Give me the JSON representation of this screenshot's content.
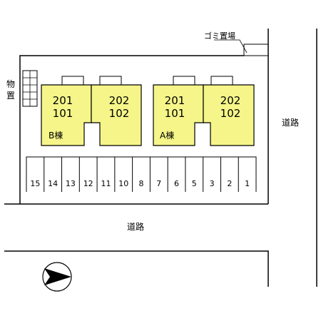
{
  "labels": {
    "garbage": "ゴミ置場",
    "storage": "物置",
    "road_right": "道路",
    "road_bottom": "道路"
  },
  "buildings": [
    {
      "name": "B棟",
      "units": [
        {
          "upper": "201",
          "lower": "101"
        },
        {
          "upper": "202",
          "lower": "102"
        }
      ]
    },
    {
      "name": "A棟",
      "units": [
        {
          "upper": "201",
          "lower": "101"
        },
        {
          "upper": "202",
          "lower": "102"
        }
      ]
    }
  ],
  "parking_spaces": [
    "15",
    "14",
    "13",
    "12",
    "11",
    "10",
    "8",
    "7",
    "6",
    "5",
    "3",
    "2",
    "1"
  ],
  "colors": {
    "building_fill": "#f5f58a",
    "line": "#000000",
    "background": "#ffffff"
  },
  "icons": {
    "compass": "north-arrow-icon"
  }
}
